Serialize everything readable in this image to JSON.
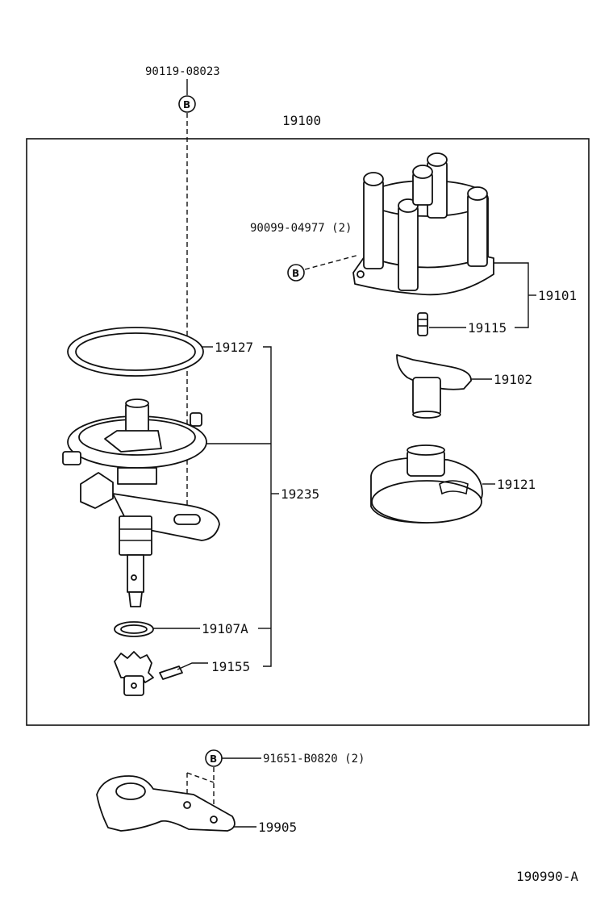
{
  "diagram": {
    "assembly_no": "19100",
    "bolt_top": "90119-08023",
    "screw_cap": "90099-04977 (2)",
    "cap": "19101",
    "cap_part": "19115",
    "rotor": "19102",
    "cover": "19121",
    "oring_large": "19127",
    "housing_group": "19235",
    "oring_small": "19107A",
    "gear": "19155",
    "bolt_bottom": "91651-B0820 (2)",
    "bracket": "19905",
    "fastener_marker": "B",
    "figure_code": "190990-A"
  }
}
